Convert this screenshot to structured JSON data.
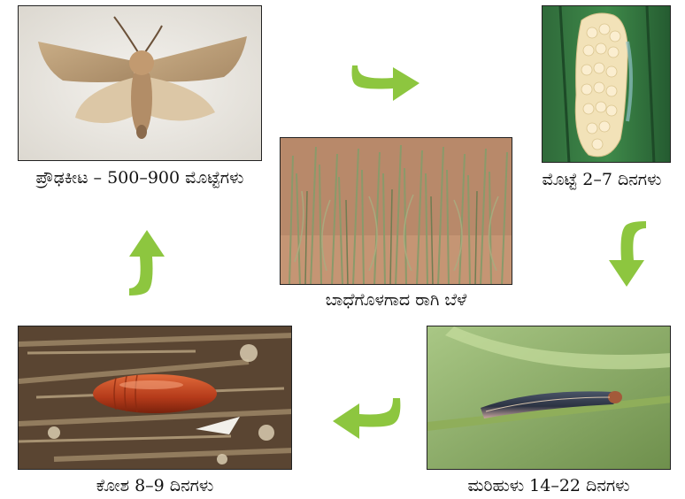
{
  "stages": {
    "adult": {
      "label": "ಪ್ರೌಢಕೀಟ – 500–900 ಮೊಟ್ಟೆಗಳು"
    },
    "egg": {
      "label": "ಮೊಟ್ಟೆ 2–7 ದಿನಗಳು"
    },
    "larva": {
      "label": "ಮರಿಹುಳು 14–22 ದಿನಗಳು"
    },
    "pupa": {
      "label": "ಕೋಶ 8–9 ದಿನಗಳು"
    },
    "damaged_crop": {
      "label": "ಬಾಧೆಗೊಳಗಾದ ರಾಗಿ ಬೆಳೆ"
    }
  },
  "colors": {
    "arrow": "#8dc63f",
    "border": "#222222"
  },
  "icons": {
    "arrow": "curved-arrow-icon"
  }
}
